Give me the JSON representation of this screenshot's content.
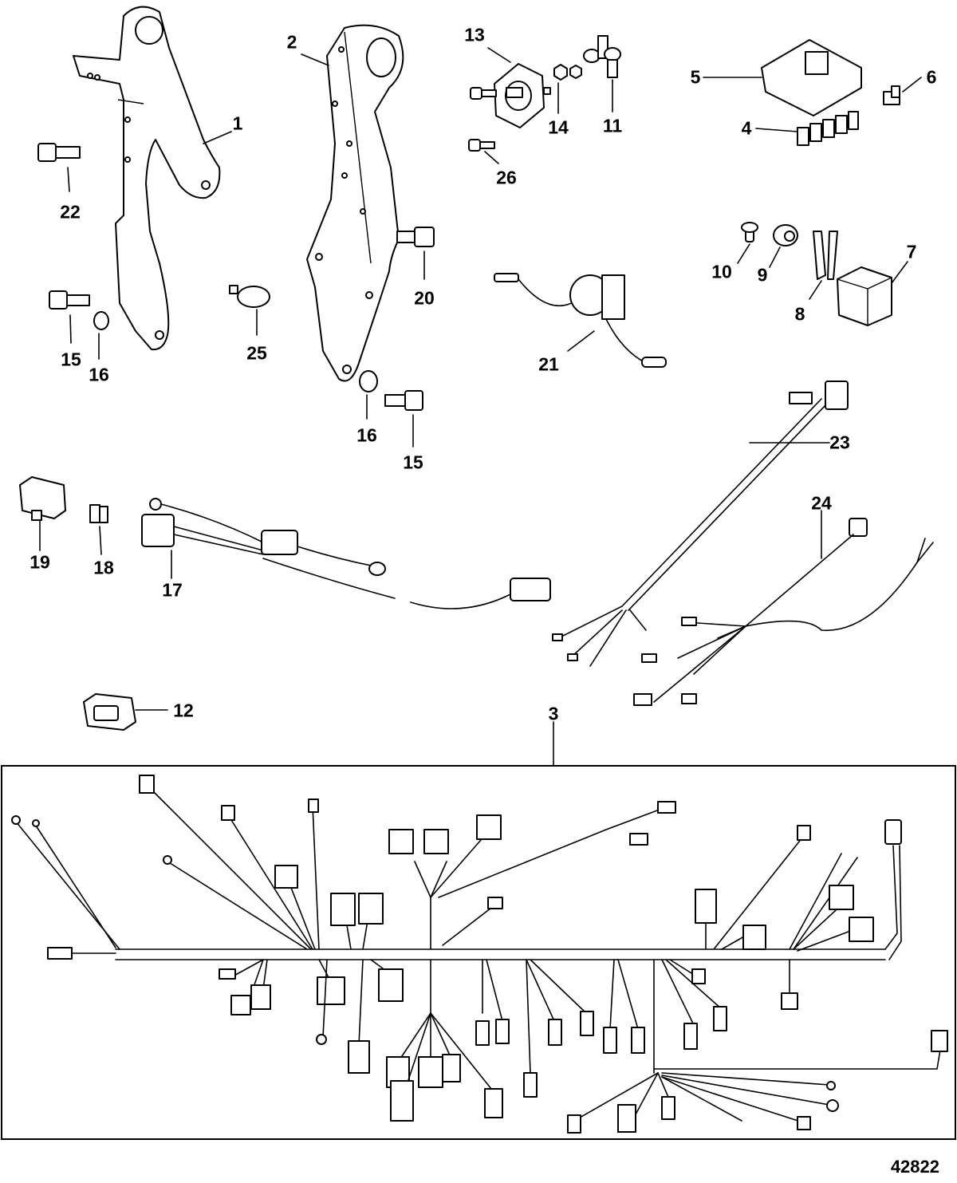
{
  "diagram": {
    "type": "exploded-parts-diagram",
    "figure_number": "42822",
    "callouts": [
      {
        "id": "1",
        "text": "1"
      },
      {
        "id": "2",
        "text": "2"
      },
      {
        "id": "3",
        "text": "3"
      },
      {
        "id": "4",
        "text": "4"
      },
      {
        "id": "5",
        "text": "5"
      },
      {
        "id": "6",
        "text": "6"
      },
      {
        "id": "7",
        "text": "7"
      },
      {
        "id": "8",
        "text": "8"
      },
      {
        "id": "9",
        "text": "9"
      },
      {
        "id": "10",
        "text": "10"
      },
      {
        "id": "11",
        "text": "11"
      },
      {
        "id": "12",
        "text": "12"
      },
      {
        "id": "13",
        "text": "13"
      },
      {
        "id": "14",
        "text": "14"
      },
      {
        "id": "15a",
        "text": "15"
      },
      {
        "id": "15b",
        "text": "15"
      },
      {
        "id": "16a",
        "text": "16"
      },
      {
        "id": "16b",
        "text": "16"
      },
      {
        "id": "17",
        "text": "17"
      },
      {
        "id": "18",
        "text": "18"
      },
      {
        "id": "19",
        "text": "19"
      },
      {
        "id": "20",
        "text": "20"
      },
      {
        "id": "21",
        "text": "21"
      },
      {
        "id": "22",
        "text": "22"
      },
      {
        "id": "23",
        "text": "23"
      },
      {
        "id": "24",
        "text": "24"
      },
      {
        "id": "25",
        "text": "25"
      },
      {
        "id": "26",
        "text": "26"
      }
    ]
  }
}
